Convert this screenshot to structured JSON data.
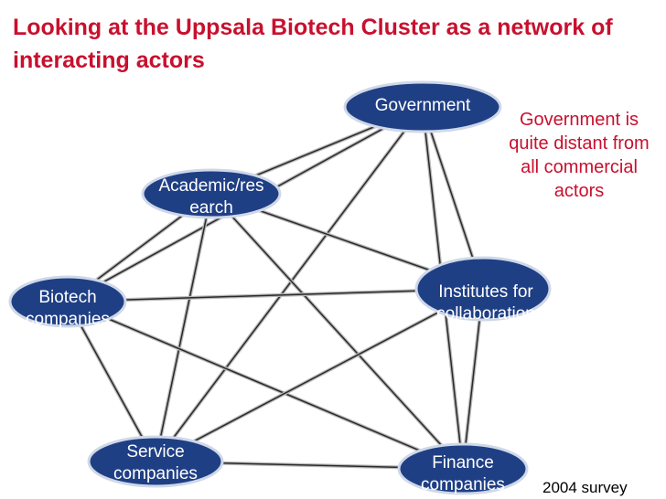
{
  "title": "Looking at the Uppsala Biotech Cluster as a network of interacting actors",
  "annotation": "Government is quite distant from all commercial actors",
  "survey_note": "2004 survey",
  "colors": {
    "title": "#c8102e",
    "annotation": "#c8102e",
    "node_fill": "#1f3f85",
    "node_edge": "#cfd8e8",
    "link": "#2a2a2a"
  },
  "nodes": {
    "government": "Government",
    "academic": "Academic/research",
    "biotech": "Biotech companies",
    "institutes": "Institutes for collaboration",
    "service": "Service companies",
    "finance": "Finance companies"
  },
  "links": [
    [
      "government",
      "academic"
    ],
    [
      "government",
      "biotech"
    ],
    [
      "government",
      "institutes"
    ],
    [
      "government",
      "service"
    ],
    [
      "government",
      "finance"
    ],
    [
      "academic",
      "biotech"
    ],
    [
      "academic",
      "institutes"
    ],
    [
      "academic",
      "service"
    ],
    [
      "academic",
      "finance"
    ],
    [
      "biotech",
      "institutes"
    ],
    [
      "biotech",
      "service"
    ],
    [
      "biotech",
      "finance"
    ],
    [
      "institutes",
      "service"
    ],
    [
      "institutes",
      "finance"
    ],
    [
      "service",
      "finance"
    ]
  ]
}
